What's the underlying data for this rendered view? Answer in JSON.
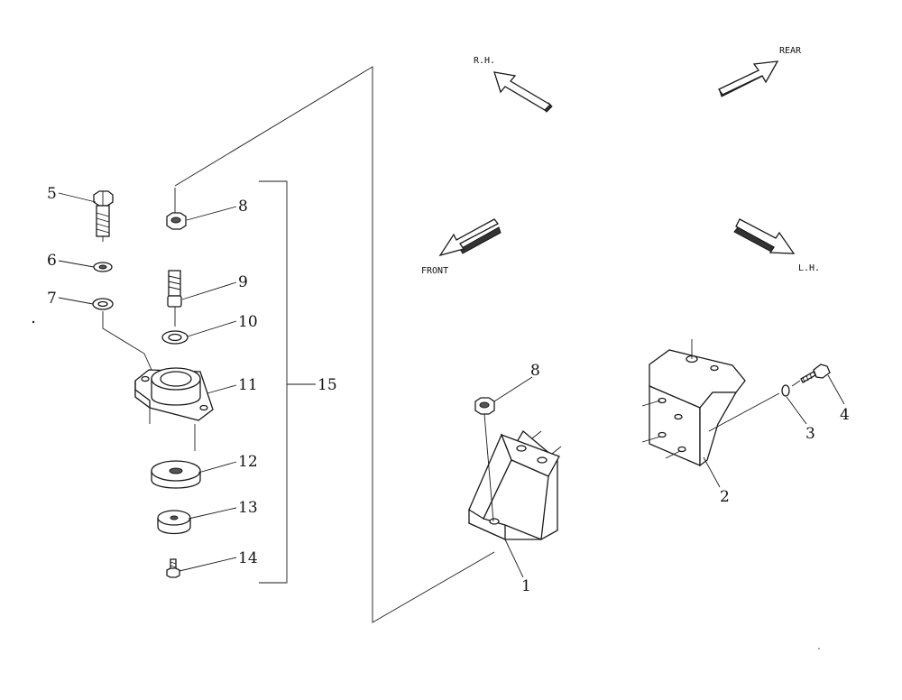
{
  "directions": {
    "rh": "R.H.",
    "rear": "REAR",
    "front": "FRONT",
    "lh": "L.H."
  },
  "callouts": {
    "c1": "1",
    "c2": "2",
    "c3": "3",
    "c4": "4",
    "c5": "5",
    "c6": "6",
    "c7": "7",
    "c8_assembly": "8",
    "c8_bracket": "8",
    "c9": "9",
    "c10": "10",
    "c11": "11",
    "c12": "12",
    "c13": "13",
    "c14": "14",
    "c15": "15"
  }
}
